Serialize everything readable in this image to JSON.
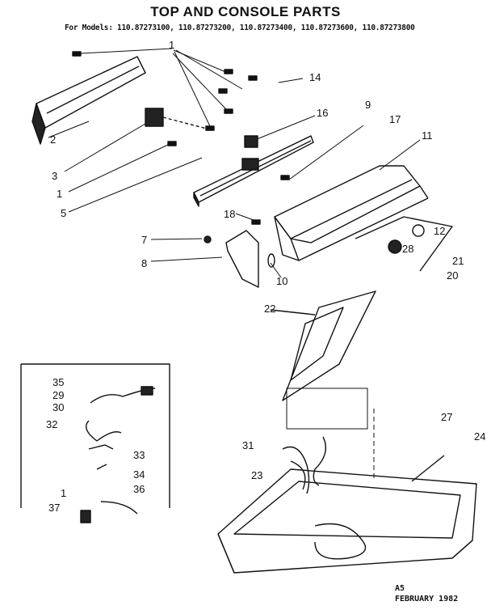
{
  "title": "TOP AND CONSOLE PARTS",
  "models": "For Models: 110.87273100, 110.87273200, 110.87273400, 110.87273600, 110.87273800",
  "footer": {
    "code": "A5",
    "date": "FEBRUARY 1982"
  },
  "callouts": [
    "1",
    "14",
    "16",
    "9",
    "17",
    "11",
    "2",
    "3",
    "1",
    "5",
    "18",
    "12",
    "21",
    "28",
    "20",
    "7",
    "8",
    "10",
    "22",
    "27",
    "24",
    "31",
    "23",
    "35",
    "29",
    "30",
    "32",
    "33",
    "34",
    "1",
    "36",
    "37"
  ]
}
